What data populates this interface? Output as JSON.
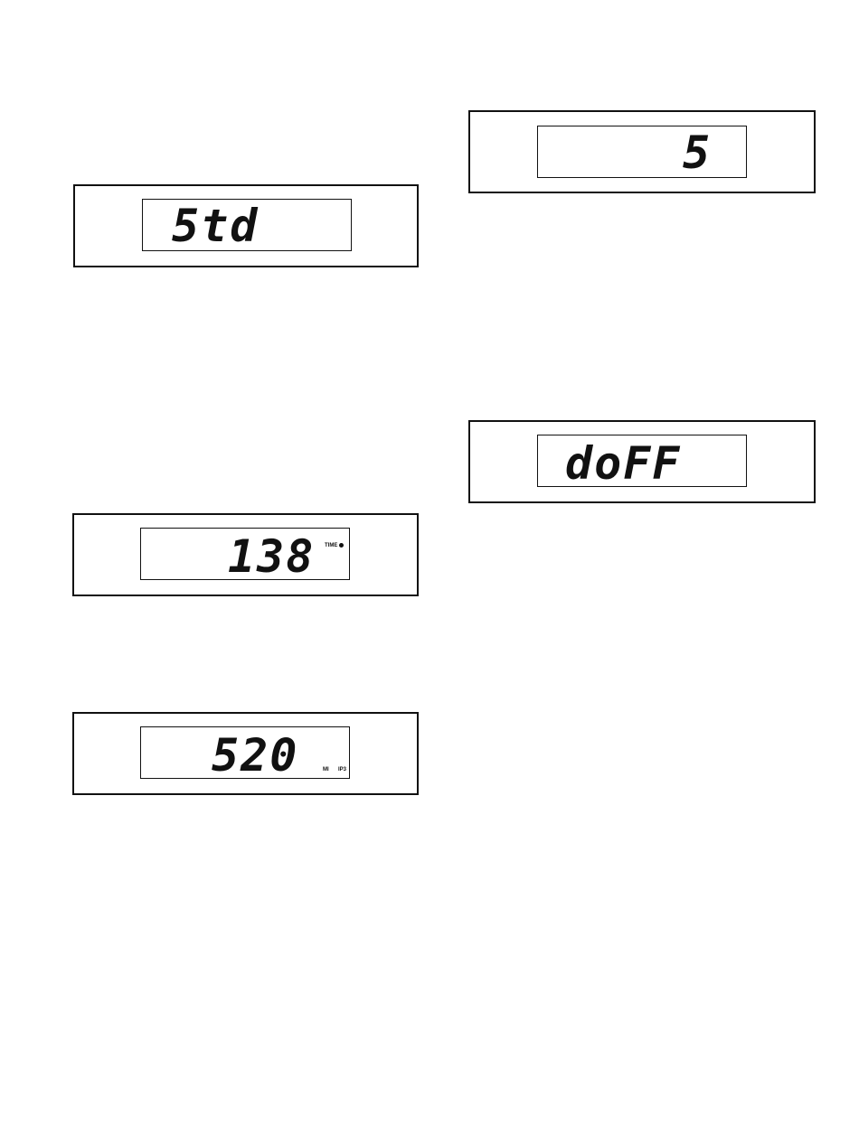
{
  "displays": [
    {
      "id": "std",
      "readout": "5td",
      "indicator": ""
    },
    {
      "id": "138",
      "readout": "138",
      "indicator": "TIME"
    },
    {
      "id": "520",
      "readout": "520",
      "indicator_left": "MI",
      "indicator_right": "IP3"
    },
    {
      "id": "5",
      "readout": "5",
      "indicator": ""
    },
    {
      "id": "doff",
      "readout": "doFF",
      "indicator": ""
    }
  ]
}
